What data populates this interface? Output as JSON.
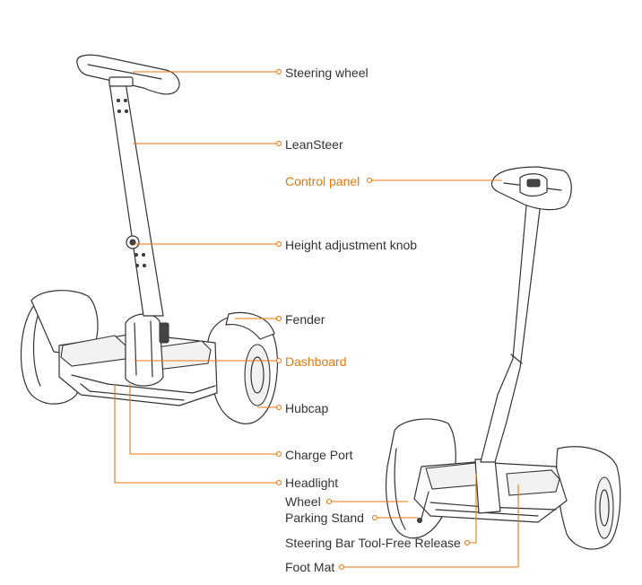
{
  "labels": {
    "steering_wheel": "Steering wheel",
    "leansteer": "LeanSteer",
    "control_panel": "Control panel",
    "height_adjustment_knob": "Height adjustment knob",
    "fender": "Fender",
    "dashboard": "Dashboard",
    "hubcap": "Hubcap",
    "charge_port": "Charge Port",
    "headlight": "Headlight",
    "wheel": "Wheel",
    "parking_stand": "Parking Stand",
    "steering_bar_release": "Steering Bar Tool-Free Release",
    "foot_mat": "Foot Mat"
  },
  "colors": {
    "leader_line": "#e8770d",
    "accent_label": "#e8770d",
    "label_text": "#333333",
    "outline": "#333333"
  }
}
